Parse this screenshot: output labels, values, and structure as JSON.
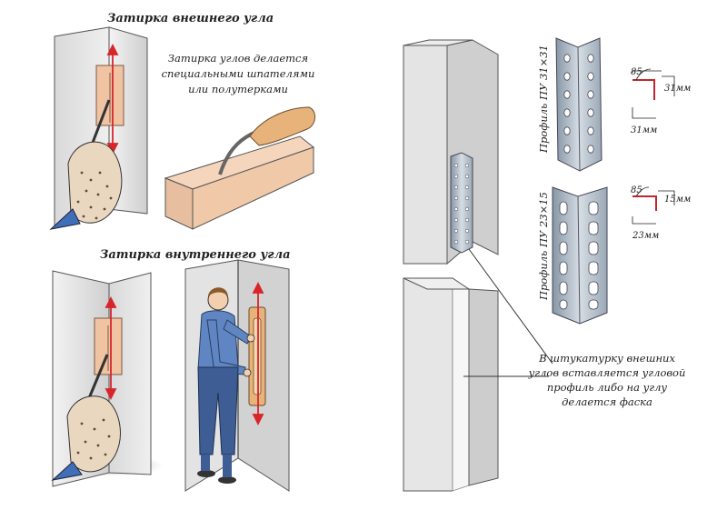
{
  "headings": {
    "outer_corner": "Затирка внешнего угла",
    "inner_corner": "Затирка внутреннего угла"
  },
  "notes": {
    "trowel": [
      "Затирка углов делается",
      "специальными шпателями",
      "или полутерками"
    ],
    "profile": [
      "В штукатурку внешних",
      "углов вставляется угловой",
      "профиль либо на углу",
      "делается фаска"
    ]
  },
  "profiles": [
    {
      "label": "Профиль ПУ 31×31",
      "angle": "85",
      "side_a": "31мм",
      "side_b": "31мм"
    },
    {
      "label": "Профиль ПУ 23×15",
      "angle": "85",
      "side_a": "15мм",
      "side_b": "23мм"
    }
  ],
  "colors": {
    "wall_front": "#e6e6e6",
    "wall_side": "#c9c9c9",
    "trowel": "#f1c9a8",
    "handle": "#e8b37a",
    "arrow": "#d8252a",
    "profile_metal": "#aab6c2",
    "shirt": "#5f86c2",
    "pants": "#3d5d94"
  }
}
